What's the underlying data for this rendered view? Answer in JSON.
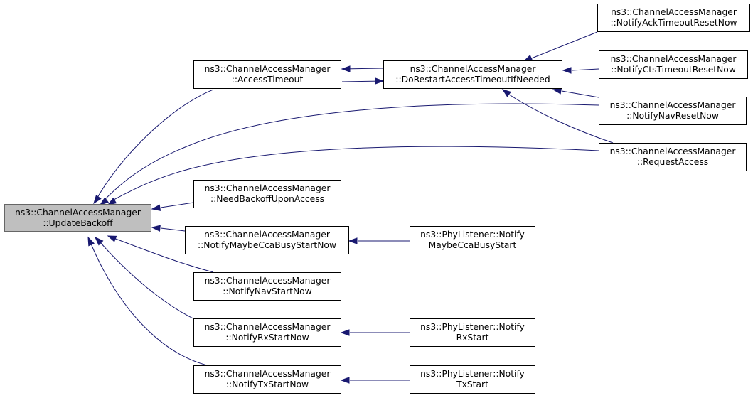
{
  "colors": {
    "edge": "#191970",
    "root_fill": "#bfbfbf",
    "node_fill": "#ffffff"
  },
  "nodes": {
    "update_backoff": {
      "line1": "ns3::ChannelAccessManager",
      "line2": "::UpdateBackoff"
    },
    "access_timeout": {
      "line1": "ns3::ChannelAccessManager",
      "line2": "::AccessTimeout"
    },
    "do_restart": {
      "line1": "ns3::ChannelAccessManager",
      "line2": "::DoRestartAccessTimeoutIfNeeded"
    },
    "notify_ack": {
      "line1": "ns3::ChannelAccessManager",
      "line2": "::NotifyAckTimeoutResetNow"
    },
    "notify_cts": {
      "line1": "ns3::ChannelAccessManager",
      "line2": "::NotifyCtsTimeoutResetNow"
    },
    "notify_nav_reset": {
      "line1": "ns3::ChannelAccessManager",
      "line2": "::NotifyNavResetNow"
    },
    "request_access": {
      "line1": "ns3::ChannelAccessManager",
      "line2": "::RequestAccess"
    },
    "need_backoff": {
      "line1": "ns3::ChannelAccessManager",
      "line2": "::NeedBackoffUponAccess"
    },
    "notify_maybe_cca": {
      "line1": "ns3::ChannelAccessManager",
      "line2": "::NotifyMaybeCcaBusyStartNow"
    },
    "phy_maybe_cca": {
      "line1": "ns3::PhyListener::Notify",
      "line2": "MaybeCcaBusyStart"
    },
    "notify_nav_start": {
      "line1": "ns3::ChannelAccessManager",
      "line2": "::NotifyNavStartNow"
    },
    "notify_rx_start": {
      "line1": "ns3::ChannelAccessManager",
      "line2": "::NotifyRxStartNow"
    },
    "phy_rx_start": {
      "line1": "ns3::PhyListener::Notify",
      "line2": "RxStart"
    },
    "notify_tx_start": {
      "line1": "ns3::ChannelAccessManager",
      "line2": "::NotifyTxStartNow"
    },
    "phy_tx_start": {
      "line1": "ns3::PhyListener::Notify",
      "line2": "TxStart"
    }
  }
}
